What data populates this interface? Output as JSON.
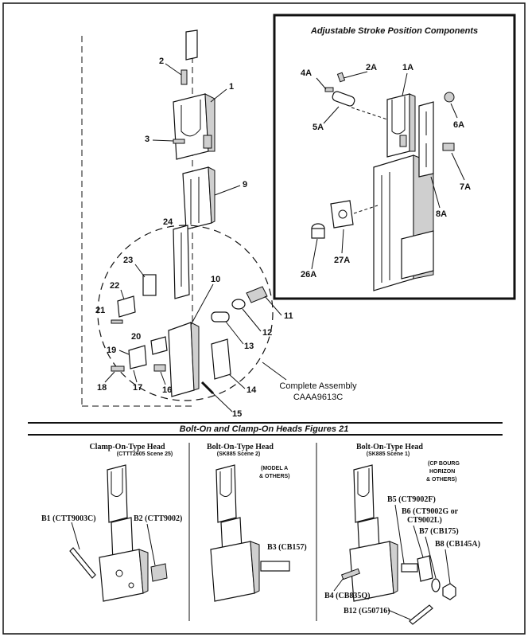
{
  "inset": {
    "title": "Adjustable Stroke Position Components",
    "callouts": [
      "1A",
      "2A",
      "4A",
      "5A",
      "6A",
      "7A",
      "8A",
      "26A",
      "27A"
    ]
  },
  "main_callouts": [
    "1",
    "2",
    "3",
    "9",
    "24",
    "23",
    "22",
    "21",
    "20",
    "19",
    "18",
    "17",
    "16",
    "10",
    "11",
    "12",
    "13",
    "14",
    "15"
  ],
  "assembly": {
    "label_line1": "Complete Assembly",
    "label_line2": "CAAA9613C"
  },
  "section": {
    "title": "Bolt-On and Clamp-On Heads  Figures 21"
  },
  "panels": {
    "left": {
      "title": "Clamp-On-Type Head",
      "subtitle": "(CTTT2605 Scene 25)",
      "callouts": [
        "B1 (CTT9003C)",
        "B2 (CTT9002)"
      ]
    },
    "middle": {
      "title": "Bolt-On-Type Head",
      "subtitle": "(SK885 Scene 2)",
      "note": [
        "(MODEL A",
        "& OTHERS)"
      ],
      "callouts": [
        "B3 (CB157)"
      ]
    },
    "right": {
      "title": "Bolt-On-Type Head",
      "subtitle": "(SK885 Scene 1)",
      "note": [
        "(CP BOURG",
        "HORIZON",
        "& OTHERS)"
      ],
      "callouts": [
        "B5 (CT9002F)",
        "B6 (CT9002G or",
        "CT9002L)",
        "B7 (CB175)",
        "B8 (CB145A)",
        "B4 (CB835Q)",
        "B12 (G50716)"
      ]
    }
  }
}
